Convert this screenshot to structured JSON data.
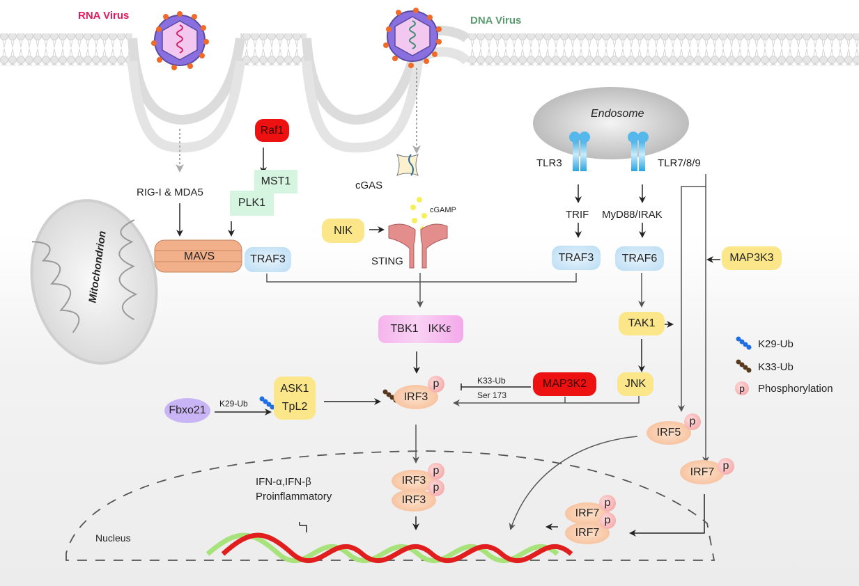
{
  "title_labels": {
    "rna_virus": "RNA Virus",
    "dna_virus": "DNA Virus",
    "endosome": "Endosome",
    "mitochondrion": "Mitochondrion",
    "nucleus": "Nucleus"
  },
  "colors": {
    "rna_virus": "#e0195a",
    "dna_virus": "#5a9a6e",
    "k29_ub": "#1f6fe0",
    "k33_ub": "#5a3a1e",
    "phosphorylation": "#f39a9a"
  },
  "nodes": {
    "rig_mda5": "RIG-I & MDA5",
    "raf1": "Raf1",
    "mst1": "MST1",
    "plk1": "PLK1",
    "mavs": "MAVS",
    "traf3_left": "TRAF3",
    "cgas": "cGAS",
    "cgamp": "cGAMP",
    "nik": "NIK",
    "sting": "STING",
    "tlr3": "TLR3",
    "tlr789": "TLR7/8/9",
    "trif": "TRIF",
    "myd88": "MyD88/IRAK",
    "traf3_right": "TRAF3",
    "traf6": "TRAF6",
    "map3k3": "MAP3K3",
    "tak1": "TAK1",
    "jnk": "JNK",
    "tbk1": "TBK1",
    "ikke": "IKKε",
    "ask1": "ASK1",
    "tpl2": "TpL2",
    "fbxo21": "Fbxo21",
    "irf3": "IRF3",
    "map3k2": "MAP3K2",
    "irf5": "IRF5",
    "irf7": "IRF7",
    "irf3_dimer_top": "IRF3",
    "irf3_dimer_bottom": "IRF3",
    "irf7_dimer_top": "IRF7",
    "irf7_dimer_bottom": "IRF7",
    "ifn_line1": "IFN-α,IFN-β",
    "ifn_line2": "Proinflammatory",
    "phospho": "p"
  },
  "edge_labels": {
    "k29_ub": "K29-Ub",
    "k33_ub": "K33-Ub",
    "ser173": "Ser 173"
  },
  "legend": [
    {
      "icon": "k29-ub-chain",
      "label": "K29-Ub"
    },
    {
      "icon": "k33-ub-chain",
      "label": "K33-Ub"
    },
    {
      "icon": "phosphorylation-circle",
      "label": "Phosphorylation"
    }
  ]
}
